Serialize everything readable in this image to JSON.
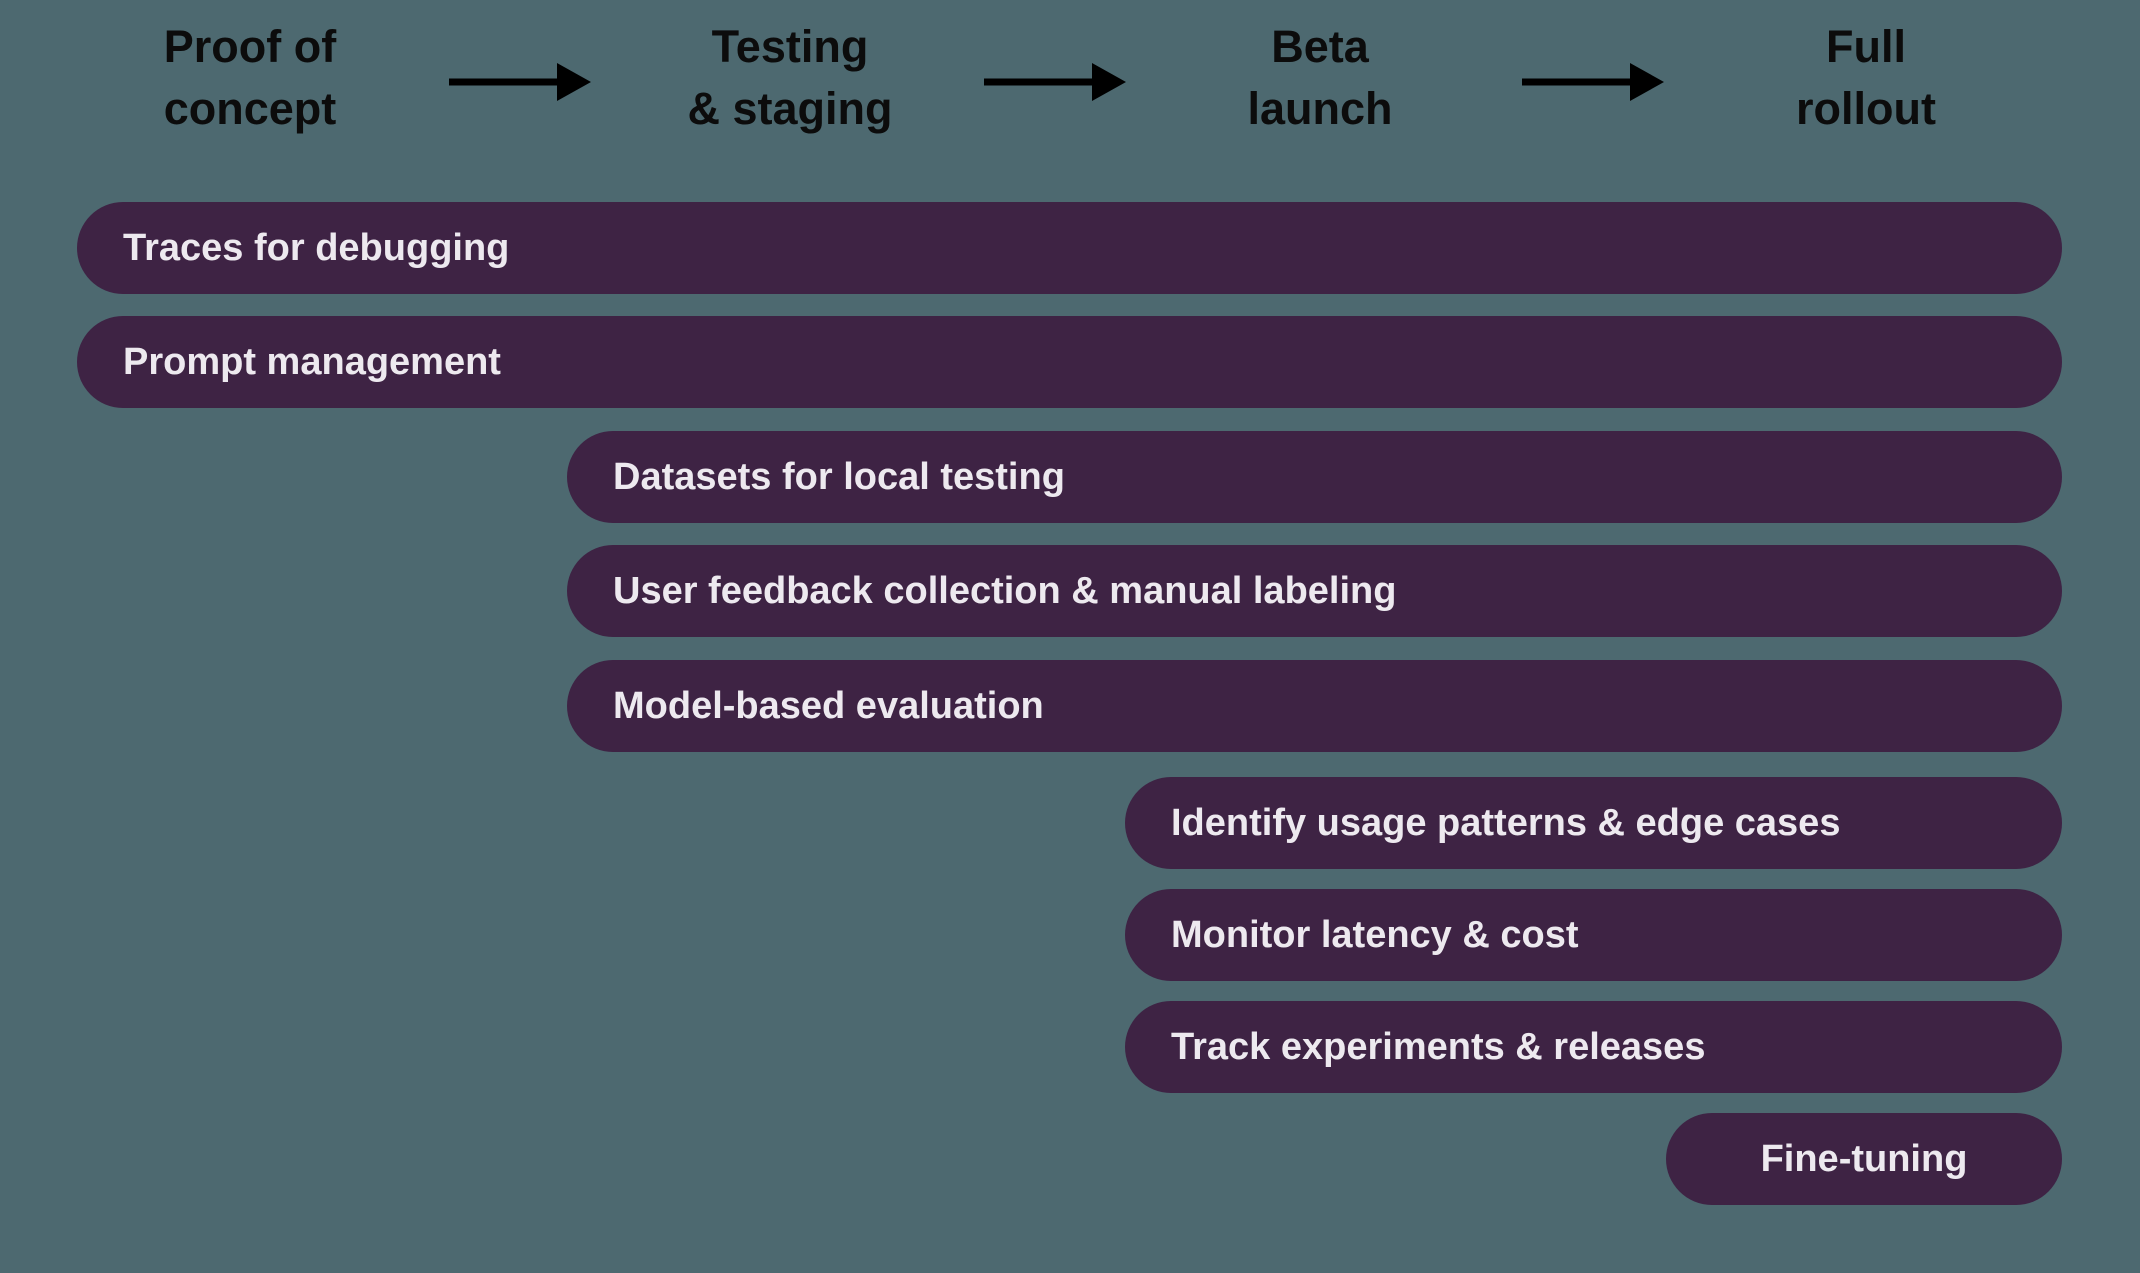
{
  "diagram": {
    "phases": [
      {
        "label": "Proof of\nconcept"
      },
      {
        "label": "Testing\n& staging"
      },
      {
        "label": "Beta\nlaunch"
      },
      {
        "label": "Full\nrollout"
      }
    ],
    "bars": [
      {
        "label": "Traces for debugging",
        "start_phase": "Proof of concept",
        "end_phase": "Full rollout"
      },
      {
        "label": "Prompt management",
        "start_phase": "Proof of concept",
        "end_phase": "Full rollout"
      },
      {
        "label": "Datasets for local testing",
        "start_phase": "Testing & staging",
        "end_phase": "Full rollout"
      },
      {
        "label": "User feedback collection & manual labeling",
        "start_phase": "Testing & staging",
        "end_phase": "Full rollout"
      },
      {
        "label": "Model-based evaluation",
        "start_phase": "Testing & staging",
        "end_phase": "Full rollout"
      },
      {
        "label": "Identify usage patterns & edge cases",
        "start_phase": "Beta launch",
        "end_phase": "Full rollout"
      },
      {
        "label": "Monitor latency & cost",
        "start_phase": "Beta launch",
        "end_phase": "Full rollout"
      },
      {
        "label": "Track experiments & releases",
        "start_phase": "Beta launch",
        "end_phase": "Full rollout"
      },
      {
        "label": "Fine-tuning",
        "start_phase": "Full rollout",
        "end_phase": "Full rollout"
      }
    ],
    "colors": {
      "background": "#4D6970",
      "bar": "#3E2344",
      "bar_text": "#EDE9EF",
      "phase_text": "#0C0C0C",
      "arrow": "#000000"
    }
  }
}
